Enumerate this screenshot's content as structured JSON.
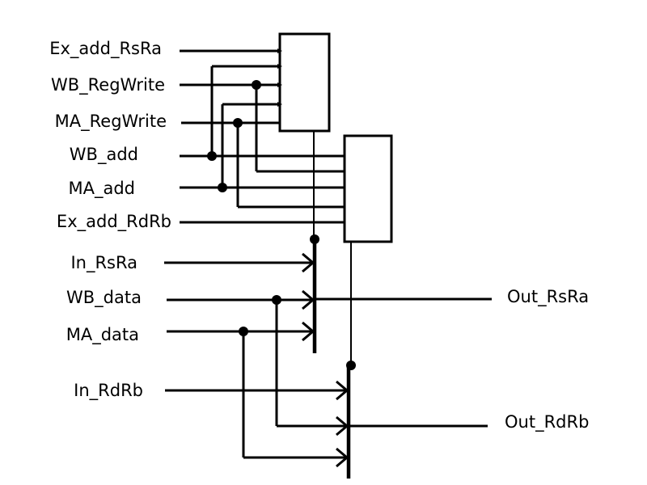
{
  "inputs": {
    "ex_add_rsra": "Ex_add_RsRa",
    "wb_regwrite": "WB_RegWrite",
    "ma_regwrite": "MA_RegWrite",
    "wb_add": "WB_add",
    "ma_add": "MA_add",
    "ex_add_rdrb": "Ex_add_RdRb",
    "in_rsra": "In_RsRa",
    "wb_data": "WB_data",
    "ma_data": "MA_data",
    "in_rdrb": "In_RdRb"
  },
  "outputs": {
    "out_rsra": "Out_RsRa",
    "out_rdrb": "Out_RdRb"
  },
  "colors": {
    "line": "#000000",
    "background": "#ffffff"
  }
}
